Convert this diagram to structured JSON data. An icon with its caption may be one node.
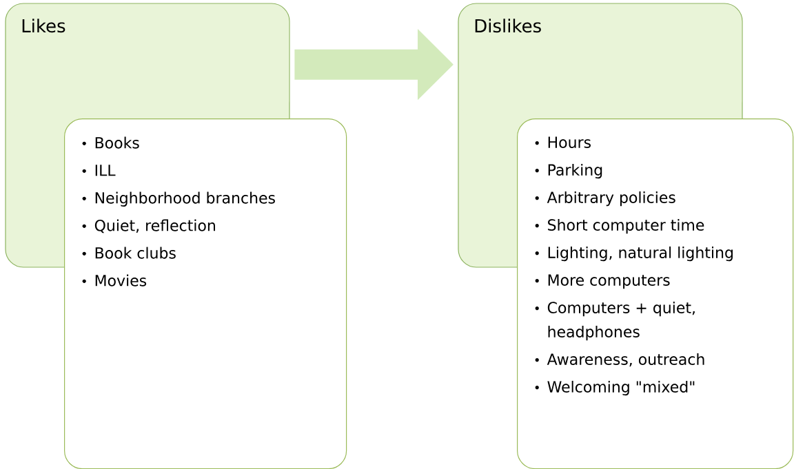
{
  "diagram": {
    "nodes": [
      {
        "text": [
          "Likes"
        ]
      },
      {
        "text": [
          "Books",
          "ILL",
          "Neighborhood branches",
          "Quiet, reflection",
          "Book clubs",
          "Movies"
        ]
      },
      {
        "text": [
          "Dislikes"
        ]
      },
      {
        "text": [
          "Hours",
          "Parking",
          "Arbitrary policies",
          "Short computer time",
          "Lighting, natural lighting",
          "More computers",
          "Computers + quiet, headphones",
          "Awareness, outreach",
          "Welcoming \"mixed\""
        ]
      }
    ],
    "edges": [
      {
        "from": 0,
        "to": 2,
        "arrow": "to"
      }
    ]
  }
}
